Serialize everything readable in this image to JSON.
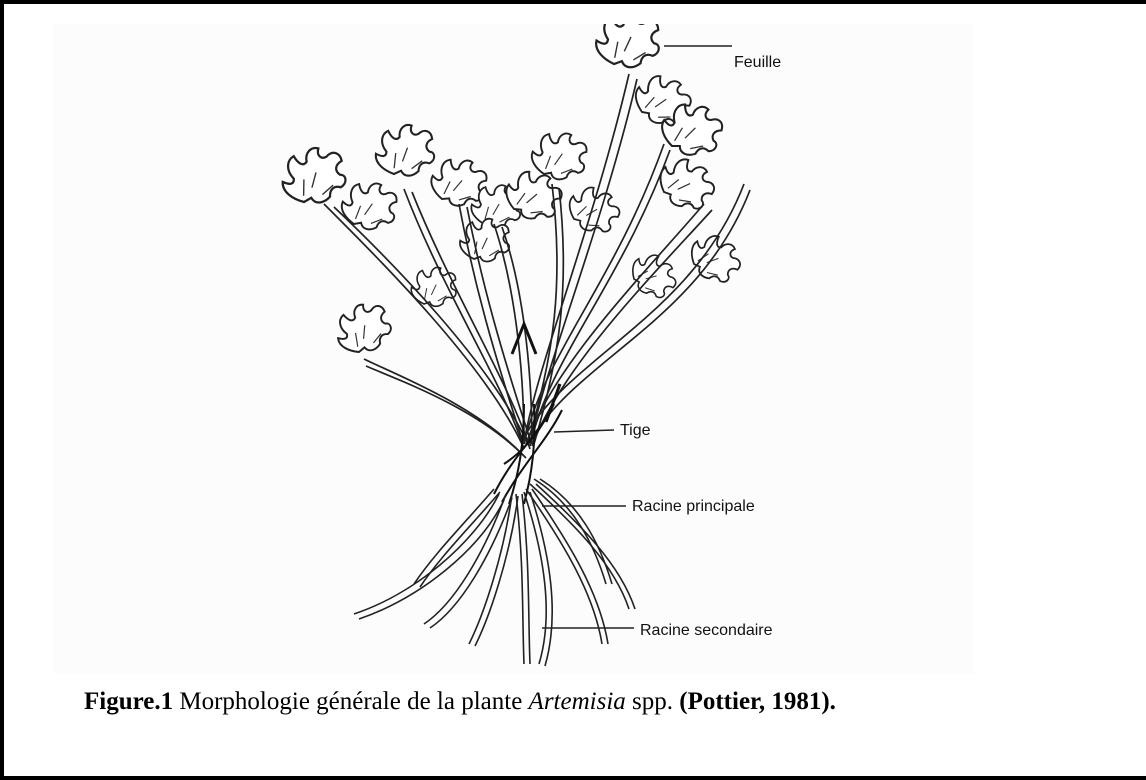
{
  "labels": {
    "leaf": "Feuille",
    "stem": "Tige",
    "main_root": "Racine principale",
    "secondary_root": "Racine secondaire"
  },
  "caption": {
    "figure_number": "Figure.1",
    "text_before": " Morphologie générale de la plante ",
    "genus": "Artemisia",
    "text_after": " spp. ",
    "citation": "(Pottier, 1981)."
  }
}
